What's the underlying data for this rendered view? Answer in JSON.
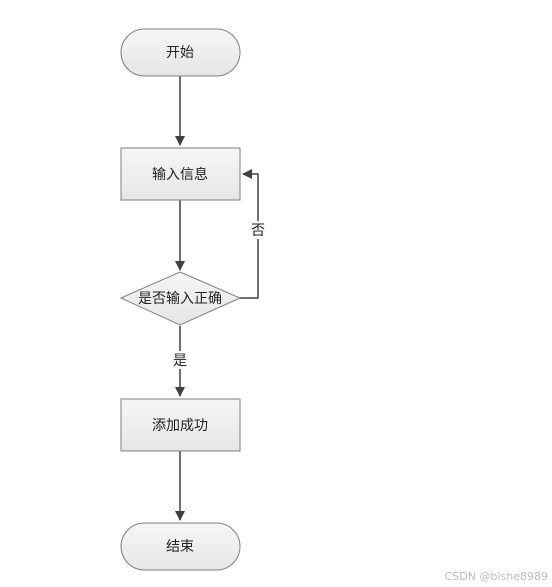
{
  "nodes": {
    "start": "开始",
    "input": "输入信息",
    "decision": "是否输入正确",
    "success": "添加成功",
    "end": "结束"
  },
  "edges": {
    "no_label": "否",
    "yes_label": "是"
  },
  "colors": {
    "node_fill": "#eeeeee",
    "node_stroke": "#7f7f7f",
    "line": "#404040"
  },
  "watermark": "CSDN @bishe8989"
}
